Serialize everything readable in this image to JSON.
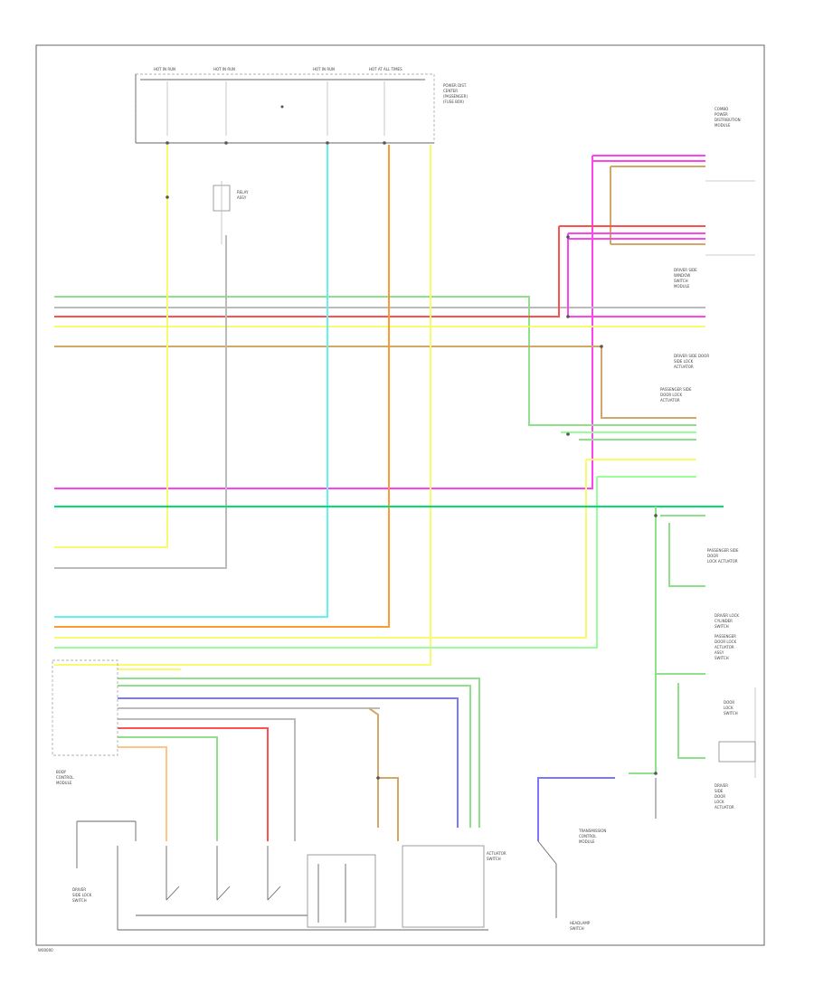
{
  "diagram": {
    "footer_code": "W00000",
    "top_switch": {
      "labels": [
        "HOT IN RUN",
        "HOT IN RUN",
        "HOT IN RUN",
        "HOT AT ALL TIMES"
      ],
      "right_caption": [
        "POWER DIST.",
        "CENTER",
        "(PASSENGER)",
        "(FUSE BOX)"
      ]
    },
    "right_captions": [
      [
        "COMBO",
        "POWER",
        "DISTRIBUTION",
        "MODULE"
      ],
      [
        "DRIVER SIDE",
        "WINDOW",
        "SWITCH",
        "MODULE"
      ],
      [
        "DRIVER SIDE DOOR",
        "SIDE LOCK",
        "ACTUATOR"
      ],
      [
        "PASSENGER SIDE",
        "DOOR LOCK",
        "ACTUATOR"
      ],
      [
        "PASSENGER SIDE",
        "DOOR",
        "LOCK ACTUATOR"
      ],
      [
        "DRIVER LOCK",
        "CYLINDER",
        "SWITCH"
      ],
      [
        "PASSENGER",
        "DOOR LOCK",
        "ACTUATOR",
        "ASSY",
        "SWITCH"
      ],
      [
        "DOOR",
        "LOCK",
        "SWITCH"
      ],
      [
        "DRIVER",
        "SIDE",
        "DOOR",
        "LOCK",
        "ACTUATOR"
      ]
    ],
    "left_module": [
      "BODY",
      "CONTROL",
      "MODULE"
    ],
    "bottom_captions": {
      "ground_left": [
        "DRIVER",
        "SIDE LOCK",
        "SWITCH"
      ],
      "module_right": [
        "ACTUATOR",
        "SWITCH"
      ],
      "lower_right": [
        "TRANSMISSION",
        "CONTROL",
        "MODULE"
      ],
      "ground_right": [
        "HEADLAMP",
        "SWITCH"
      ]
    },
    "palette": {
      "green": "#8ee08a",
      "pink": "#ff7ad0",
      "magenta": "#ff44ee",
      "yellow": "#fafa6e",
      "cyan": "#66f2f0",
      "orange": "#ff9933",
      "tan": "#d2a868",
      "red": "#ff5050",
      "blue": "#7a78ff",
      "light_orange": "#ffc48a",
      "lime": "#99ff99",
      "gray": "#bbbbbb"
    }
  }
}
